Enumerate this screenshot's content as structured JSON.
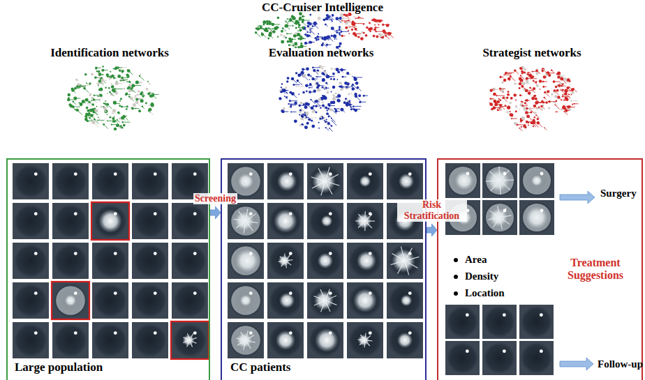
{
  "diagram": {
    "title": "CC-Cruiser Intelligence",
    "nodes": [
      {
        "text": [
          "Large population"
        ]
      },
      {
        "text": [
          "CC patients"
        ]
      },
      {
        "text": [
          "Surgery",
          "Area",
          "Density",
          "Location",
          "Treatment Suggestions",
          "Follow-up"
        ]
      }
    ],
    "edges": [
      {
        "from": 0,
        "to": 1,
        "label": "Screening",
        "arrow": "to"
      },
      {
        "from": 1,
        "to": 2,
        "label": "Risk Stratification",
        "arrow": "to"
      }
    ],
    "labels": [
      "Identification networks",
      "Evaluation networks",
      "Strategist networks"
    ]
  }
}
